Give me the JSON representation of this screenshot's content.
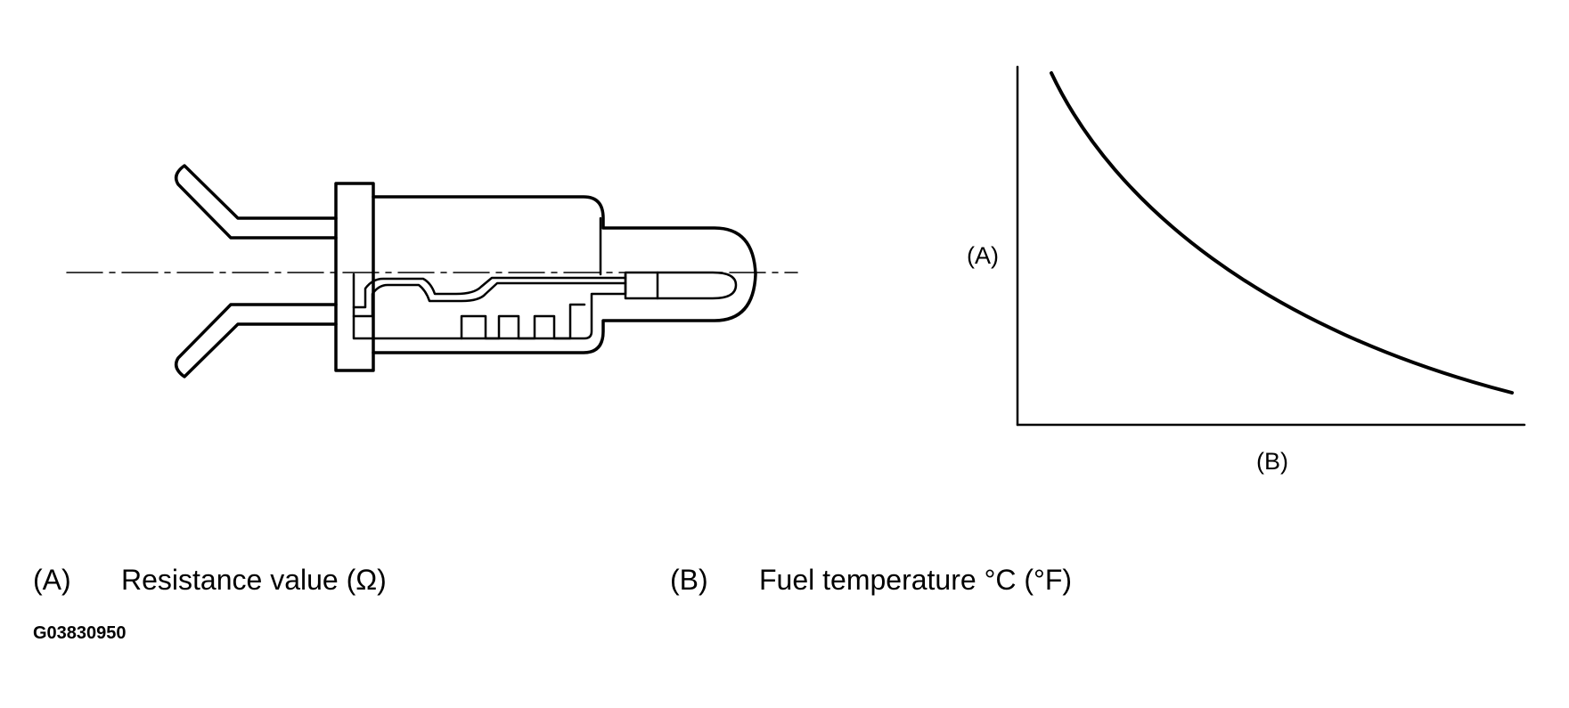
{
  "graph": {
    "y_axis_marker": "(A)",
    "x_axis_marker": "(B)"
  },
  "legend": [
    {
      "key": "(A)",
      "text": "Resistance value (Ω)"
    },
    {
      "key": "(B)",
      "text": "Fuel temperature °C (°F)"
    }
  ],
  "figure_code": "G03830950",
  "colors": {
    "line": "#000000",
    "background": "#ffffff"
  }
}
